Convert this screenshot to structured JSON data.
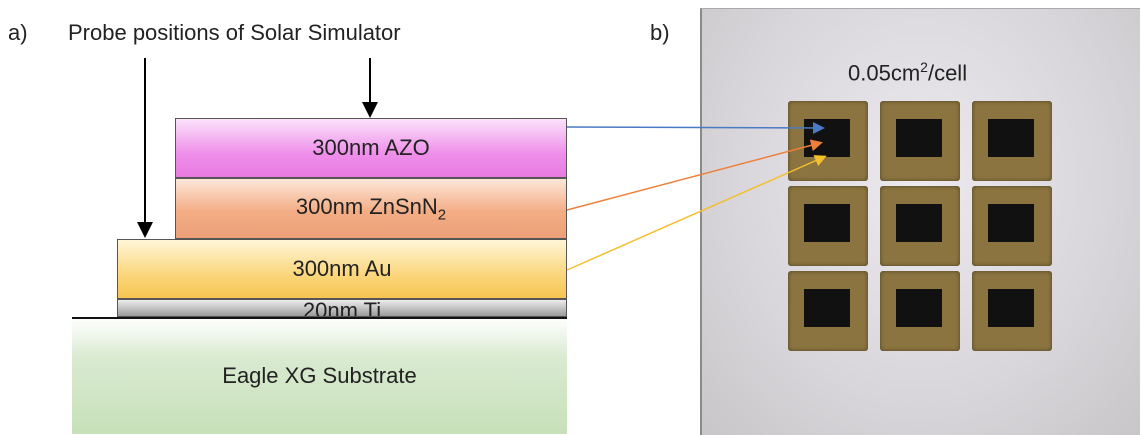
{
  "panel_a": {
    "label": "a)",
    "title": "Probe positions of Solar Simulator",
    "layers": {
      "azo": "300nm AZO",
      "zsn_main": "300nm ZnSnN",
      "zsn_sub": "2",
      "au": "300nm Au",
      "ti": "20nm Ti",
      "substrate": "Eagle XG Substrate"
    }
  },
  "panel_b": {
    "label": "b)",
    "area_main": "0.05cm",
    "area_sup": "2",
    "area_suffix": "/cell",
    "grid": {
      "rows": 3,
      "cols": 3
    }
  },
  "colors": {
    "azo_arrow": "#4a79c5",
    "zsn_arrow": "#ee7f3a",
    "au_arrow": "#f4be2d"
  }
}
